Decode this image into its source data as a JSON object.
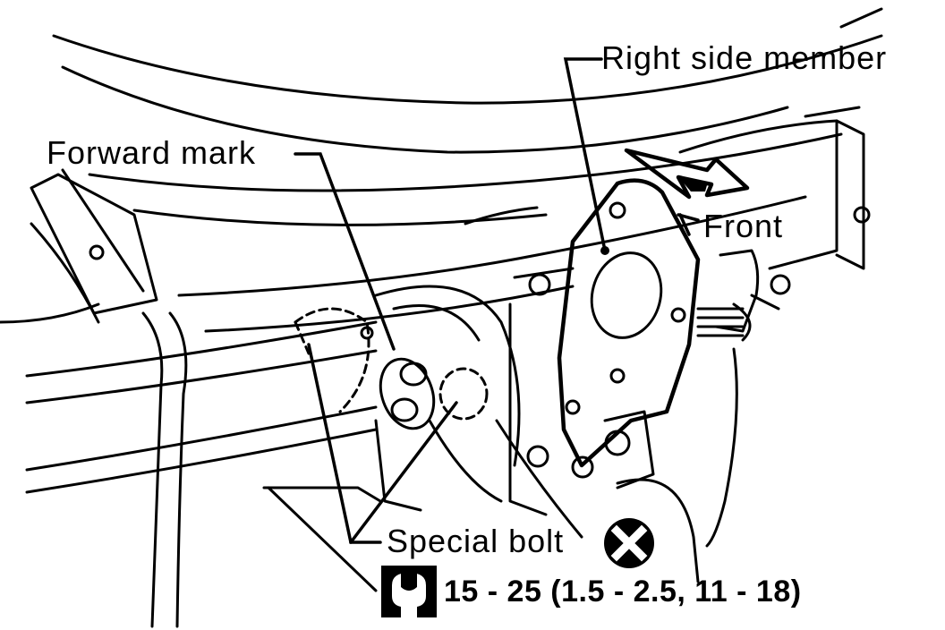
{
  "labels": {
    "right_side_member": "Right side member",
    "forward_mark": "Forward mark",
    "front": "Front",
    "special_bolt": "Special bolt",
    "torque": "15 - 25 (1.5 - 2.5, 11 - 18)"
  },
  "icons": {
    "torque_icon": "wrench-torque-icon",
    "do_not_reuse_icon": "x-circle-icon",
    "front_arrow": "arrow-right-icon"
  }
}
